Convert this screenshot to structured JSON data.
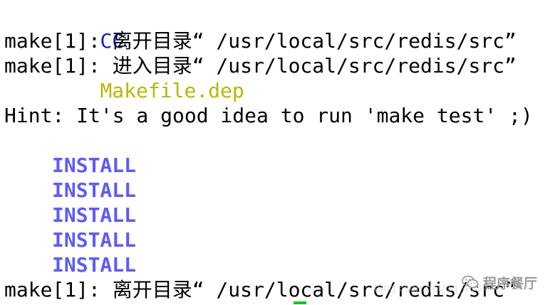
{
  "terminal": {
    "lines": {
      "cc_line": {
        "cc": "CC",
        "file": "Makefile.dep"
      },
      "leave_dir_1": "make[1]: 离开目录“ /usr/local/src/redis/src”",
      "enter_dir": "make[1]: 进入目录“ /usr/local/src/redis/src”",
      "hint": "Hint: It's a good idea to run 'make test' ;)",
      "install": [
        "INSTALL",
        "INSTALL",
        "INSTALL",
        "INSTALL",
        "INSTALL"
      ],
      "leave_dir_2": "make[1]: 离开目录“ /usr/local/src/redis/src”"
    },
    "colors": {
      "text": "#000000",
      "cc": "#1b1bcf",
      "makefile_dep": "#b8b800",
      "install": "#5b5bff",
      "cursor": "#19c219"
    }
  },
  "watermark": {
    "icon": "wechat-icon",
    "label": "程序餐厅",
    "sub": "blog.csdn.net/qq_41847"
  }
}
